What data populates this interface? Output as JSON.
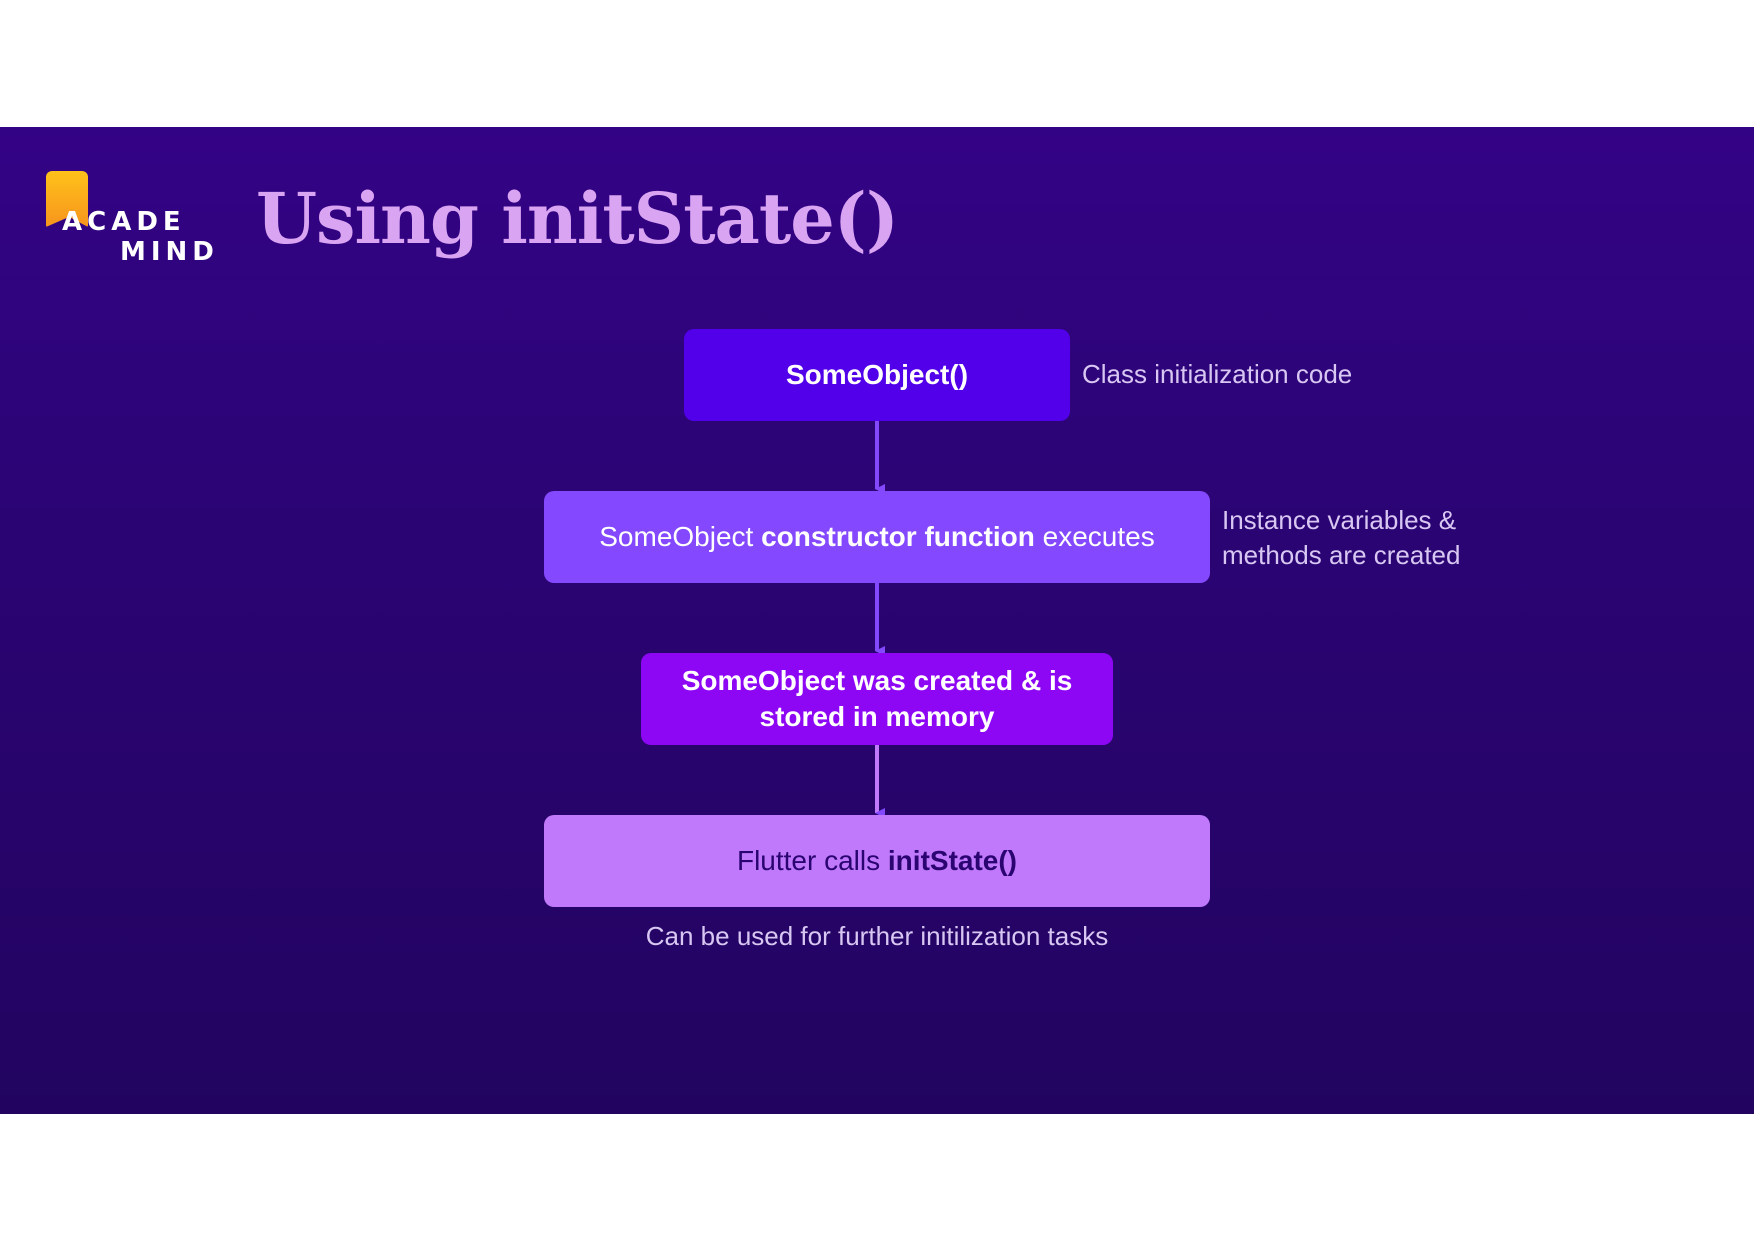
{
  "slide": {
    "title": "Using initState()",
    "logo": {
      "line1": "ACADE",
      "line2": "MIND"
    }
  },
  "flow": {
    "step1": {
      "label": "SomeObject()",
      "note": "Class initialization code"
    },
    "step2": {
      "label_pre": "SomeObject ",
      "label_bold": "constructor function",
      "label_post": " executes",
      "note_line1": "Instance variables &",
      "note_line2": "methods are created"
    },
    "step3": {
      "label_line1": "SomeObject was created & is",
      "label_line2": "stored in memory"
    },
    "step4": {
      "label_pre": "Flutter calls ",
      "label_bold": "initState()",
      "note": "Can be used for further initilization tasks"
    }
  },
  "colors": {
    "background": "#2a0472",
    "title": "#d9a4f2",
    "step1": "#5200ea",
    "step2": "#8448ff",
    "step3": "#8e07f5",
    "step4": "#c079fb",
    "arrow": "#8448ff",
    "logo_accent": "#f7941d"
  }
}
